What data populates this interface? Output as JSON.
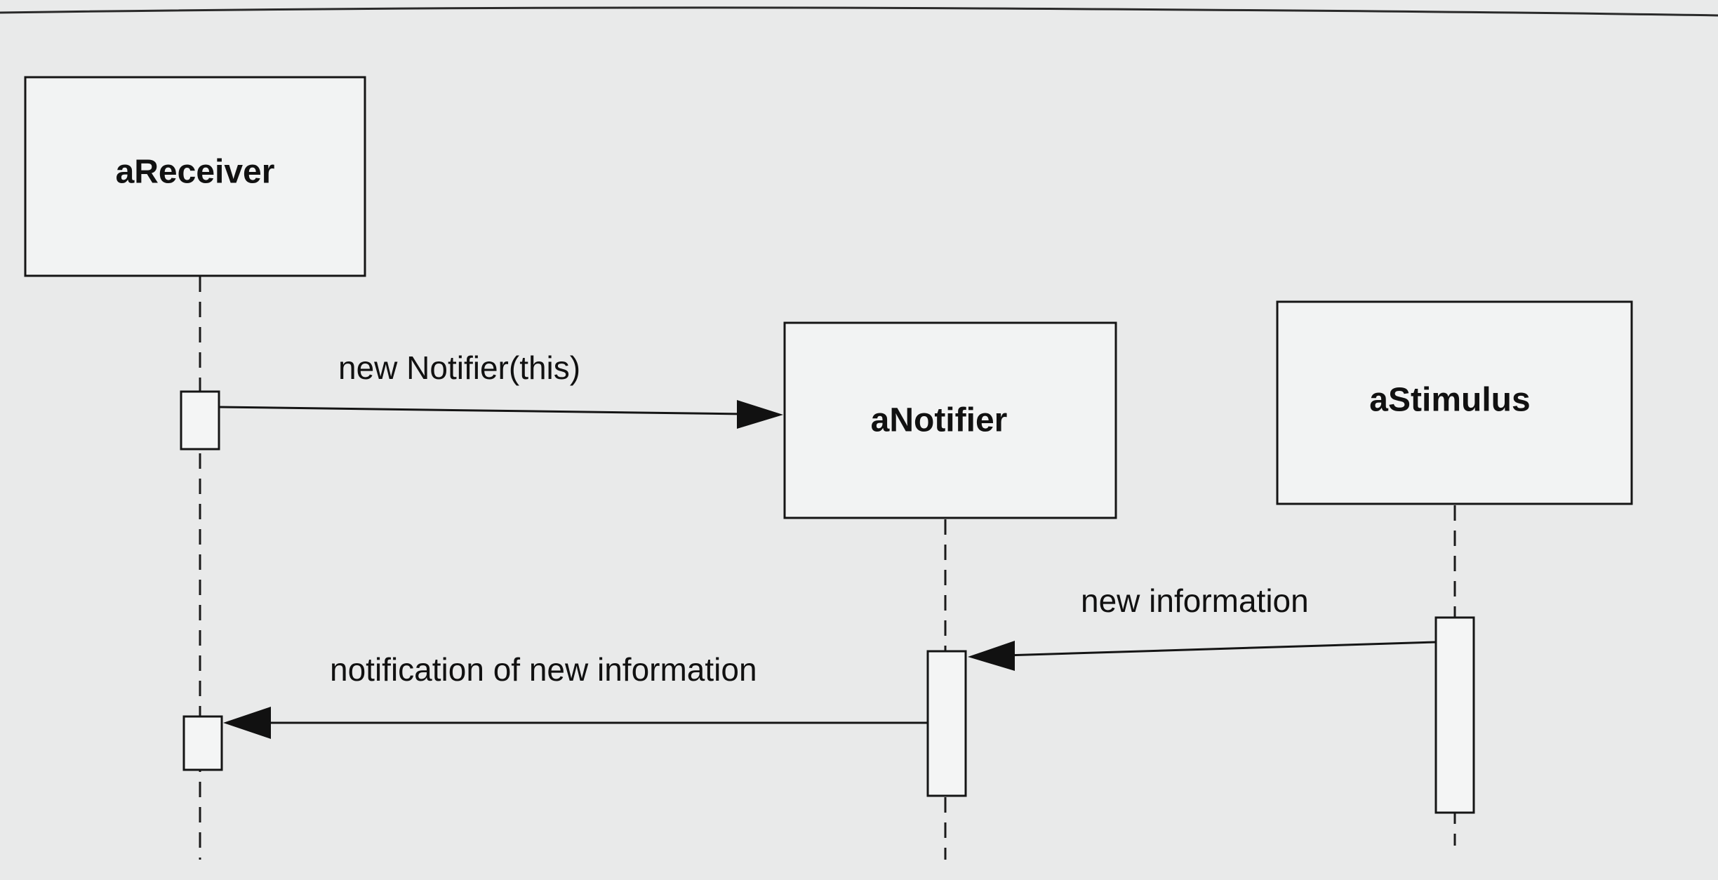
{
  "diagram": {
    "type": "sequence",
    "objects": [
      {
        "id": "receiver",
        "label": "aReceiver"
      },
      {
        "id": "notifier",
        "label": "aNotifier"
      },
      {
        "id": "stimulus",
        "label": "aStimulus"
      }
    ],
    "messages": [
      {
        "id": "create",
        "from": "aReceiver",
        "to": "aNotifier",
        "label": "new Notifier(this)"
      },
      {
        "id": "inform",
        "from": "aStimulus",
        "to": "aNotifier",
        "label": "new information"
      },
      {
        "id": "notify",
        "from": "aNotifier",
        "to": "aReceiver",
        "label": "notification of new information"
      }
    ]
  }
}
